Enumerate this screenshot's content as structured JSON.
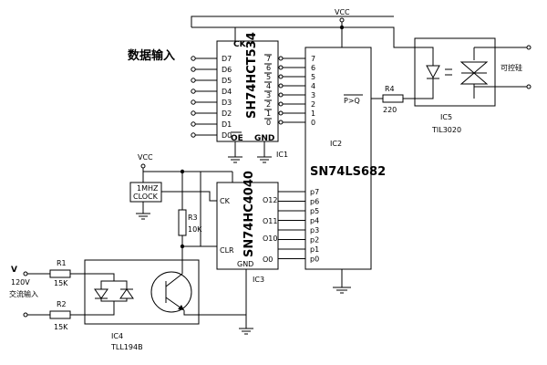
{
  "title": "数据输入",
  "vcc_label": "VCC",
  "ic1": {
    "part": "SH74HCT534",
    "ref": "IC1",
    "clock_pin": "CK",
    "data_pins": [
      "D7",
      "D6",
      "D5",
      "D4",
      "D3",
      "D2",
      "D1",
      "D0"
    ],
    "out_pins": [
      "7",
      "6",
      "5",
      "4",
      "3",
      "2",
      "1",
      "0"
    ],
    "oe": "OE",
    "gnd": "GND"
  },
  "ic2": {
    "part": "SN74LS682",
    "ref": "IC2",
    "q_pins": [
      "7",
      "6",
      "5",
      "4",
      "3",
      "2",
      "1",
      "0"
    ],
    "p_pins": [
      "p7",
      "p6",
      "p5",
      "p4",
      "p3",
      "p2",
      "p1",
      "p0"
    ],
    "output": "P>Q"
  },
  "ic3": {
    "part": "SN74HC4040",
    "ref": "IC3",
    "ck": "CK",
    "clr": "CLR",
    "gnd": "GND",
    "outputs": [
      "O12",
      "O11",
      "O10",
      "O0"
    ]
  },
  "clock": {
    "line1": "1MHZ",
    "line2": "CLOCK"
  },
  "r3": {
    "name": "R3",
    "value": "10K"
  },
  "r4": {
    "name": "R4",
    "value": "220"
  },
  "r1": {
    "name": "R1",
    "value": "15K"
  },
  "r2": {
    "name": "R2",
    "value": "15K"
  },
  "ic4": {
    "ref": "IC4",
    "part": "TLL194B"
  },
  "ic5": {
    "ref": "IC5",
    "part": "TIL3020"
  },
  "thyristor_label": "可控硅",
  "input": {
    "v": "V",
    "voltage": "120V",
    "desc": "交流输入"
  }
}
